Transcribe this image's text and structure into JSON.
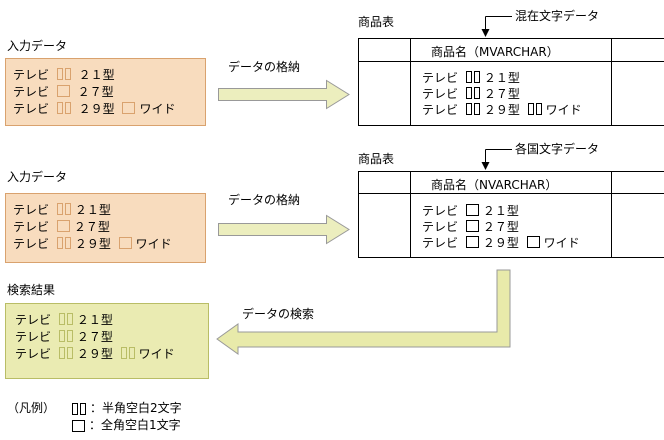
{
  "colors": {
    "input_box_fill": "#F8DCBE",
    "input_box_border": "#D9A26E",
    "result_box_fill": "#EAEBB2",
    "result_box_border": "#B9BD66",
    "arrow_fill": "#ECEEBE",
    "arrow_stroke": "#999999",
    "line_color": "#000000"
  },
  "flow1": {
    "input_label": "入力データ",
    "input_rows": [
      [
        {
          "text": "テレビ "
        },
        {
          "sym": "hw"
        },
        {
          "text": " ２１型"
        }
      ],
      [
        {
          "text": "テレビ "
        },
        {
          "sym": "fw"
        },
        {
          "text": " ２７型"
        }
      ],
      [
        {
          "text": "テレビ "
        },
        {
          "sym": "hw"
        },
        {
          "text": " ２９型 "
        },
        {
          "sym": "fw"
        },
        {
          "text": "ワイド"
        }
      ]
    ],
    "arrow_label": "データの格納",
    "table_label": "商品表",
    "annotation": "混在文字データ",
    "header": "商品名（MVARCHAR）",
    "table_rows": [
      [
        {
          "text": "テレビ "
        },
        {
          "sym": "hw"
        },
        {
          "text": "２１型"
        }
      ],
      [
        {
          "text": "テレビ "
        },
        {
          "sym": "hw"
        },
        {
          "text": "２７型"
        }
      ],
      [
        {
          "text": "テレビ "
        },
        {
          "sym": "hw"
        },
        {
          "text": "２９型 "
        },
        {
          "sym": "hw"
        },
        {
          "text": "ワイド"
        }
      ]
    ]
  },
  "flow2": {
    "input_label": "入力データ",
    "input_rows": [
      [
        {
          "text": "テレビ "
        },
        {
          "sym": "hw"
        },
        {
          "text": "２１型"
        }
      ],
      [
        {
          "text": "テレビ "
        },
        {
          "sym": "fw"
        },
        {
          "text": "２７型"
        }
      ],
      [
        {
          "text": "テレビ "
        },
        {
          "sym": "hw"
        },
        {
          "text": "２９型 "
        },
        {
          "sym": "fw"
        },
        {
          "text": "ワイド"
        }
      ]
    ],
    "arrow_label": "データの格納",
    "table_label": "商品表",
    "annotation": "各国文字データ",
    "header": "商品名（NVARCHAR）",
    "table_rows": [
      [
        {
          "text": "テレビ "
        },
        {
          "sym": "fw"
        },
        {
          "text": "２１型"
        }
      ],
      [
        {
          "text": "テレビ "
        },
        {
          "sym": "fw"
        },
        {
          "text": "２７型"
        }
      ],
      [
        {
          "text": "テレビ "
        },
        {
          "sym": "fw"
        },
        {
          "text": "２９型 "
        },
        {
          "sym": "fw"
        },
        {
          "text": "ワイド"
        }
      ]
    ]
  },
  "search": {
    "arrow_label": "データの検索",
    "result_label": "検索結果",
    "result_rows": [
      [
        {
          "text": "テレビ "
        },
        {
          "sym": "hw"
        },
        {
          "text": "２１型"
        }
      ],
      [
        {
          "text": "テレビ "
        },
        {
          "sym": "hw"
        },
        {
          "text": "２７型"
        }
      ],
      [
        {
          "text": "テレビ "
        },
        {
          "sym": "hw"
        },
        {
          "text": "２９型 "
        },
        {
          "sym": "hw"
        },
        {
          "text": "ワイド"
        }
      ]
    ]
  },
  "legend": {
    "title": "（凡例）",
    "items": [
      {
        "sym": "hw",
        "label": "：半角空白2文字"
      },
      {
        "sym": "fw",
        "label": "：全角空白1文字"
      }
    ]
  }
}
